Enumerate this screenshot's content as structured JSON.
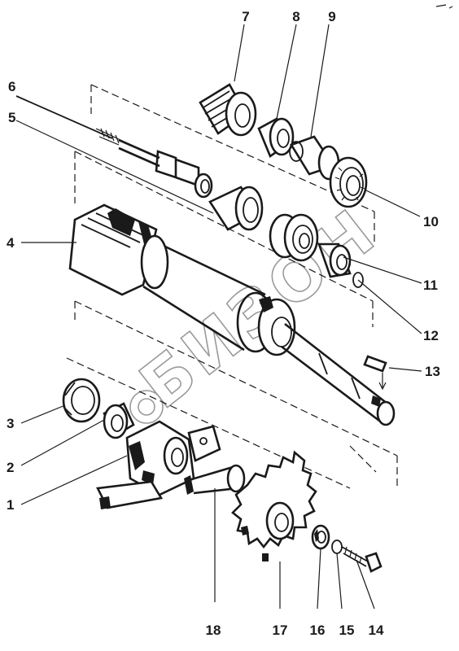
{
  "watermark": {
    "text": "БИЗОН",
    "color": "#9a9a9a"
  },
  "callouts": {
    "c1": "1",
    "c2": "2",
    "c3": "3",
    "c4": "4",
    "c5": "5",
    "c6": "6",
    "c7": "7",
    "c8": "8",
    "c9": "9",
    "c10": "10",
    "c11": "11",
    "c12": "12",
    "c13": "13",
    "c14": "14",
    "c15": "15",
    "c16": "16",
    "c17": "17",
    "c18": "18"
  },
  "colors": {
    "ink": "#1a1a1a",
    "background": "#ffffff"
  }
}
